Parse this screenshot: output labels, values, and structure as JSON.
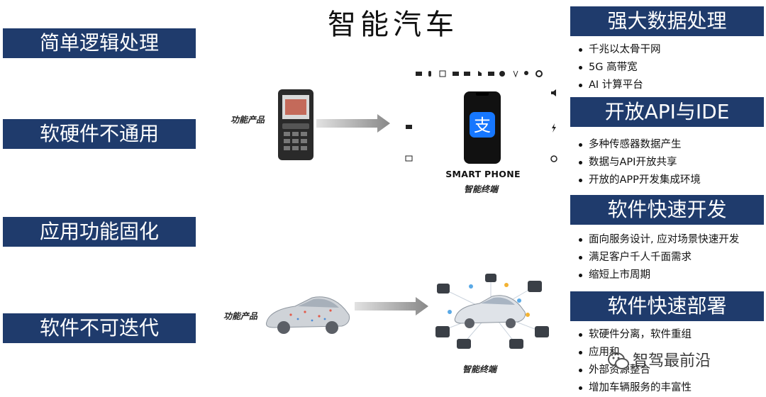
{
  "title": "智能汽车",
  "left_panels": [
    "简单逻辑处理",
    "软硬件不通用",
    "应用功能固化",
    "软件不可迭代"
  ],
  "right_sections": [
    {
      "heading": "强大数据处理",
      "bullets": [
        "千兆以太骨干网",
        "5G 高带宽",
        "AI 计算平台"
      ]
    },
    {
      "heading": "开放API与IDE",
      "bullets": [
        "多种传感器数据产生",
        "数据与API开放共享",
        "开放的APP开发集成环境"
      ]
    },
    {
      "heading": "软件快速开发",
      "bullets": [
        "面向服务设计, 应对场景快速开发",
        "满足客户千人千面需求",
        "缩短上市周期"
      ]
    },
    {
      "heading": "软件快速部署",
      "bullets": [
        "软硬件分离，软件重组",
        "应用和",
        "外部资源整合",
        "增加车辆服务的丰富性"
      ]
    }
  ],
  "phone_row": {
    "left_tag": "功能产品",
    "smart_phone_label": "SMART PHONE",
    "right_tag": "智能终端"
  },
  "car_row": {
    "left_tag": "功能产品",
    "right_tag": "智能终端"
  },
  "watermark": "智驾最前沿",
  "colors": {
    "panel_bg": "#1f3b6c",
    "panel_text": "#ffffff",
    "arrow": "#8a8a8a",
    "app_blue": "#1677ff"
  }
}
